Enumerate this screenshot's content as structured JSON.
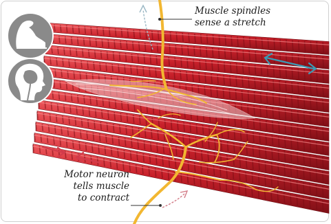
{
  "labels": {
    "spindles": {
      "line1": "Muscle spindles",
      "line2": "sense a stretch"
    },
    "motor": {
      "line1": "Motor neuron",
      "line2": "tells muscle",
      "line3": "to contract"
    }
  },
  "icons": [
    "muscle-arm-icon",
    "head-profile-icon"
  ],
  "colors": {
    "muscle": "#c8202a",
    "muscle_dark": "#8e1219",
    "nerve": "#f2b731",
    "stretch_arrow": "#3a9bb5",
    "contract_arrow": "#d23b4b",
    "icon_bg": "#8a8a8a"
  }
}
